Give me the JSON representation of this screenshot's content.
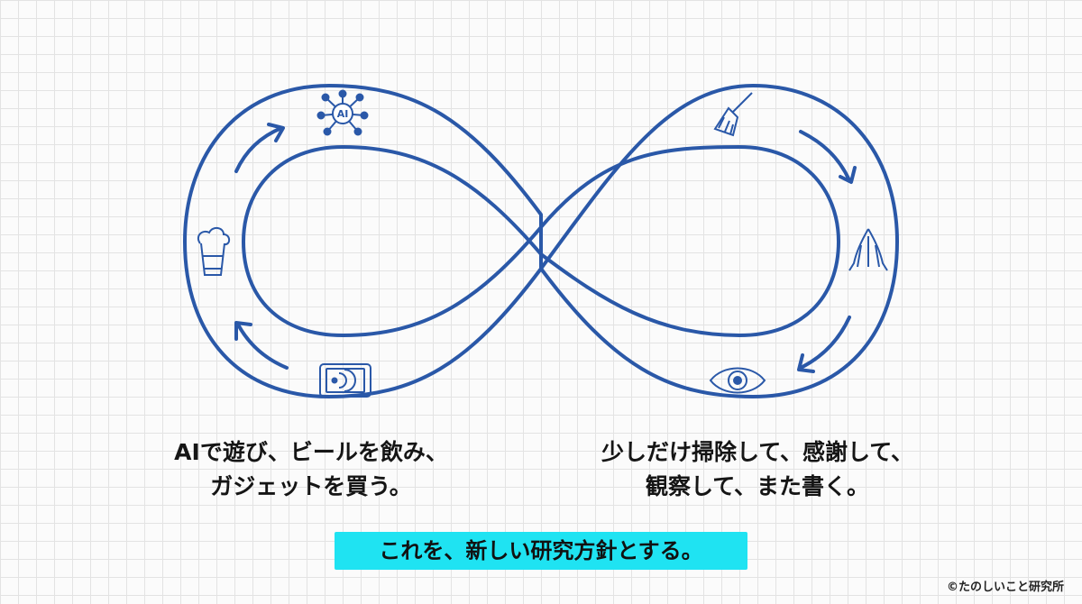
{
  "diagram": {
    "left_caption": [
      "AIで遊び、ビールを飲み、",
      "ガジェットを買う。"
    ],
    "right_caption": [
      "少しだけ掃除して、感謝して、",
      "観察して、また書く。"
    ],
    "banner": "これを、新しい研究方針とする。",
    "copyright": "©たのしいこと研究所",
    "icons": {
      "ai": "ai-network-icon",
      "beer": "beer-icon",
      "gadget": "tablet-icon",
      "broom": "broom-icon",
      "pray": "praying-hands-icon",
      "eye": "eye-icon"
    },
    "ai_icon_text": "AI",
    "colors": {
      "line": "#2a58a8",
      "banner": "#1fe3f2"
    }
  }
}
